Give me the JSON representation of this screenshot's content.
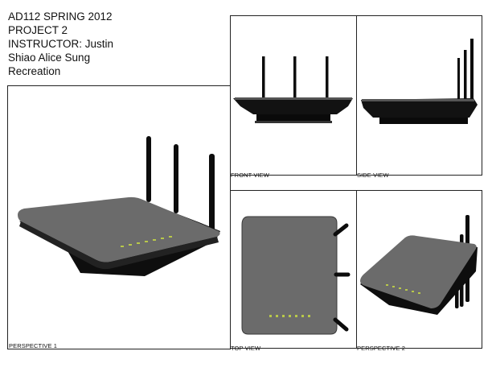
{
  "header": {
    "line1": "AD112 SPRING 2012",
    "line2": "PROJECT 2",
    "line3": "INSTRUCTOR: Justin",
    "line4": "Shiao Alice Sung",
    "line5": "Recreation"
  },
  "captions": {
    "perspective1": "PERSPECTIVE 1",
    "front": "FRONT VIEW",
    "side": "SIDE VIEW",
    "top": "TOP VIEW",
    "perspective2": "PERSPECTIVE 2"
  },
  "colors": {
    "body_gray": "#6b6b6b",
    "body_dark": "#111111",
    "led_green": "#b8c84a"
  }
}
